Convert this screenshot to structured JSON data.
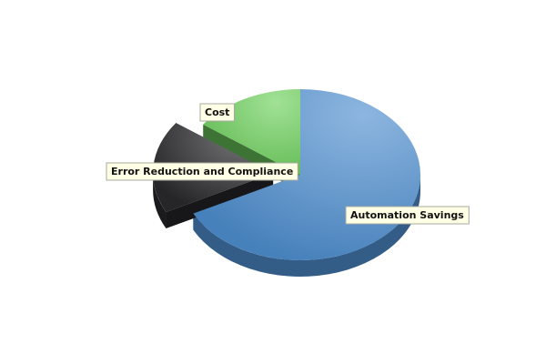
{
  "chart_data": {
    "type": "pie",
    "style": "3d-exploded",
    "title": "",
    "slices": [
      {
        "label": "Automation Savings",
        "value": 67.5,
        "color": "#4f8fd0"
      },
      {
        "label": "Error Reduction and Compliance",
        "value": 17.5,
        "color": "#2a2a2e",
        "exploded": true
      },
      {
        "label": "Cost",
        "value": 15.0,
        "color": "#6fd15e"
      }
    ],
    "start_angle_deg": -90,
    "direction": "clockwise"
  }
}
